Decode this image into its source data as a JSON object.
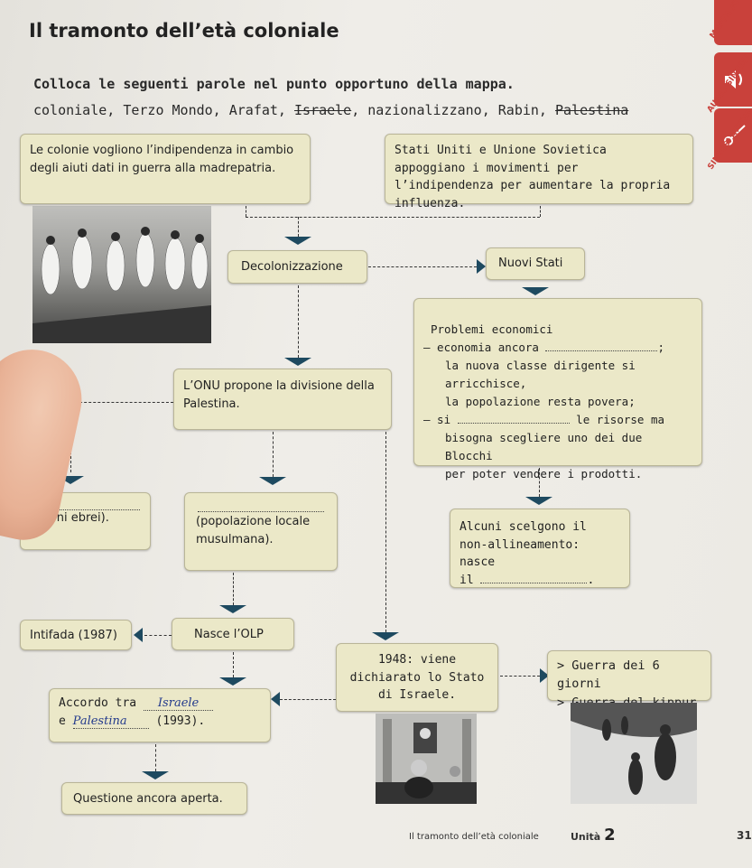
{
  "title": "Il tramonto dell’età coloniale",
  "instruction": "Colloca le seguenti parole nel punto opportuno della mappa.",
  "words": {
    "w1": "coloniale, Terzo Mondo, Arafat, ",
    "w2": "Israele",
    "w3": ", nazionalizzano, Rabin, ",
    "w4": "Palestina"
  },
  "side_tabs": [
    "MAPPA AT",
    "AUDIO SINTESI",
    "SINTESI ATTIVA"
  ],
  "boxes": {
    "colonie": "Le colonie vogliono l’indipendenza in cambio degli aiuti dati in guerra alla madrepatria.",
    "usa_urss": "Stati Uniti e Unione Sovietica appoggiano i movimenti per l’indipendenza per aumentare la propria influenza.",
    "decolonizzazione": "Decolonizzazione",
    "nuovi_stati": "Nuovi Stati",
    "problemi": {
      "title": "Problemi economici",
      "l1": "– economia ancora",
      "l1_end": ";",
      "l2": "la nuova classe dirigente si arricchisce,",
      "l3": "la popolazione resta povera;",
      "l4": "– si",
      "l4_end": "le risorse ma",
      "l5": "bisogna scegliere uno dei due Blocchi",
      "l6": "per poter vendere i prodotti."
    },
    "onu": "L’ONU propone la divisione della Palestina.",
    "coloni": "(coloni ebrei).",
    "popolazione": "(popolazione locale musulmana).",
    "alcuni": {
      "l1": "Alcuni scelgono il",
      "l2": "non-allineamento: nasce",
      "l3": "il",
      "end": "."
    },
    "intifada": "Intifada (1987)",
    "olp": "Nasce l’OLP",
    "stato": {
      "l1": "1948: viene",
      "l2": "dichiarato lo Stato",
      "l3": "di Israele."
    },
    "guerre": [
      "> Guerra dei 6 giorni",
      "> Guerra del kippur"
    ],
    "accordo": {
      "l1": "Accordo tra",
      "hw1": "Israele",
      "l2": "e",
      "hw2": "Palestina",
      "l2_end": "(1993)."
    },
    "questione": "Questione ancora aperta."
  },
  "footer": {
    "text": "Il tramonto dell’età coloniale",
    "unit_label": "Unità",
    "unit_num": "2",
    "page": "31"
  }
}
